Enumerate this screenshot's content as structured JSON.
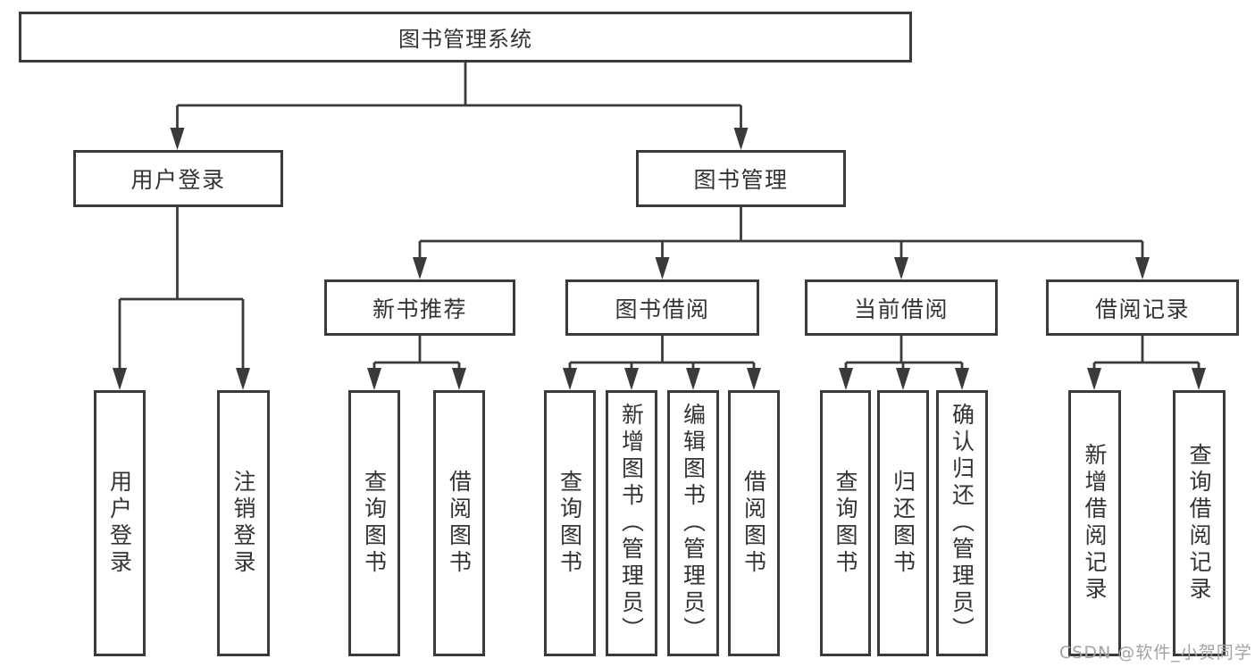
{
  "colors": {
    "line": "#3a3a3a",
    "text": "#333333",
    "watermark": "#a3a3a3",
    "background": "#ffffff"
  },
  "root": {
    "label": "图书管理系统"
  },
  "level2": [
    {
      "label": "用户登录"
    },
    {
      "label": "图书管理"
    }
  ],
  "level3": [
    {
      "label": "新书推荐"
    },
    {
      "label": "图书借阅"
    },
    {
      "label": "当前借阅"
    },
    {
      "label": "借阅记录"
    }
  ],
  "leaves": [
    {
      "label": "用户登录"
    },
    {
      "label": "注销登录"
    },
    {
      "label": "查询图书"
    },
    {
      "label": "借阅图书"
    },
    {
      "label": "查询图书"
    },
    {
      "label": "新增图书（管理员）"
    },
    {
      "label": "编辑图书（管理员）"
    },
    {
      "label": "借阅图书"
    },
    {
      "label": "查询图书"
    },
    {
      "label": "归还图书"
    },
    {
      "label": "确认归还（管理员）"
    },
    {
      "label": "新增借阅记录"
    },
    {
      "label": "查询借阅记录"
    }
  ],
  "watermark": {
    "text": "CSDN @软件_小贺同学"
  }
}
